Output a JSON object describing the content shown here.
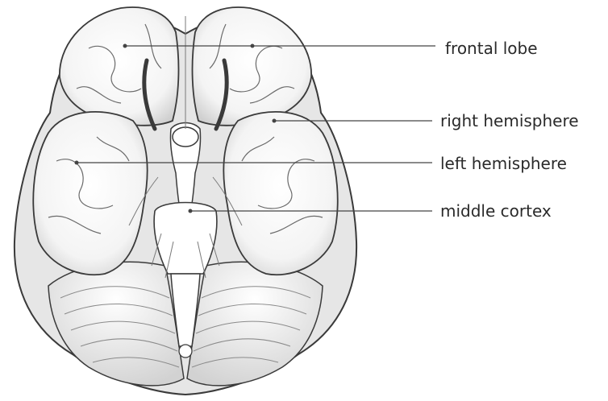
{
  "labels": {
    "frontal_lobe": "frontal lobe",
    "right_hemisphere": "right hemisphere",
    "left_hemisphere": "left hemisphere",
    "middle_cortex": "middle cortex"
  },
  "colors": {
    "outline": "#3a3a3a",
    "fill": "#ffffff",
    "shade": "#d9d9d9",
    "leader": "#444444"
  }
}
